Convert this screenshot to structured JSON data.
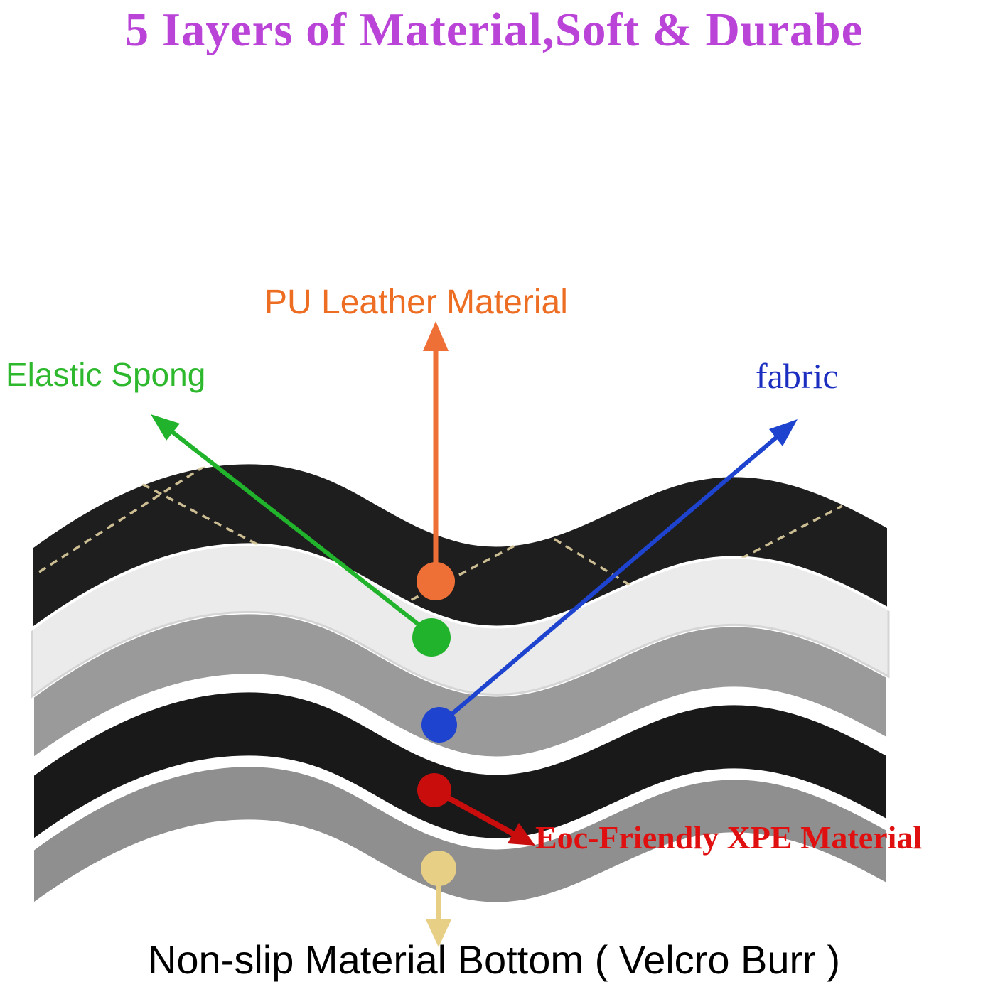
{
  "title": "5 Iayers of Material,Soft & Durabe",
  "labels": {
    "pu_leather": "PU Leather Material",
    "elastic_sponge": "Elastic Spong",
    "fabric": "fabric",
    "xpe": "Eoc-Friendly XPE Material",
    "bottom": "Non-slip Material Bottom ( Velcro Burr )"
  },
  "layers": [
    {
      "name": "PU leather",
      "color_key": "layer_leather"
    },
    {
      "name": "elastic sponge",
      "color_key": "layer_sponge"
    },
    {
      "name": "fabric",
      "color_key": "layer_gray"
    },
    {
      "name": "XPE material",
      "color_key": "layer_black"
    },
    {
      "name": "non-slip bottom",
      "color_key": "layer_bottom"
    }
  ],
  "colors": {
    "title": "#bb44d8",
    "pu_leather": "#ed6d23",
    "elastic_sponge": "#2db82d",
    "fabric": "#1b2ec0",
    "xpe": "#e01010",
    "bottom_text": "#000000",
    "dot_orange": "#ef7036",
    "dot_green": "#21b32b",
    "dot_blue": "#1d43cf",
    "dot_red": "#c90d0d",
    "dot_yellow": "#e8cf86",
    "layer_leather": "#1e1e1e",
    "layer_sponge": "#ebebeb",
    "layer_gray": "#9a9a9a",
    "layer_black": "#191919",
    "layer_bottom": "#8f8f8f",
    "stitch": "#d6c79a"
  }
}
